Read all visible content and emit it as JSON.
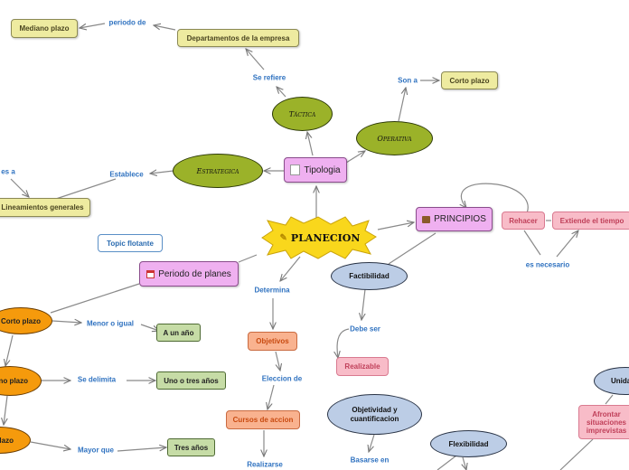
{
  "central": {
    "label": "PLANECION",
    "icon": "pencil-icon"
  },
  "tipologia": {
    "label": "Tipologia",
    "icon": "note-icon"
  },
  "principios": {
    "label": "PRINCIPIOS",
    "icon": "briefcase-icon"
  },
  "periodo": {
    "label": "Periodo de planes",
    "icon": "calendar-icon"
  },
  "tactica": "Táctica",
  "operativa": "Operativa",
  "estrategica": "Estrategica",
  "departamentos": "Departamentos de la empresa",
  "mediano": "Mediano plazo",
  "corto": "Corto plazo",
  "lineamientos": "Lineamientos generales",
  "topic_flotante": "Topic flotante",
  "factibilidad": "Factibilidad",
  "realizable": "Realizable",
  "objetividad": "Objetividad y cuantificacion",
  "flexibilidad": "Flexibilidad",
  "unidad": "Unidad",
  "objetivos": "Objetivos",
  "cursos": "Cursos de accion",
  "rehacer": "Rehacer",
  "extiende": "Extiende el tiempo",
  "afrontar": "Afrontar situaciones imprevistas",
  "corto_o": "Corto plazo",
  "mediano_o": "ano plazo",
  "largo_o": "plazo",
  "un_ano": "A un año",
  "uno_tres": "Uno o tres años",
  "tres_anos": "Tres años",
  "labels": {
    "periodo_de": "periodo de",
    "se_refiere": "Se refiere",
    "son_a": "Son a",
    "establece": "Establece",
    "es_a": "es a",
    "determina": "Determina",
    "debe_ser": "Debe ser",
    "eleccion_de": "Eleccion de",
    "realizarse": "Realizarse",
    "basarse_en": "Basarse en",
    "es_necesario": "es necesario",
    "menor_o_igual": "Menor o igual",
    "se_delimita": "Se delimita",
    "mayor_que": "Mayor que"
  },
  "colors": {
    "tan": "#eeeba0",
    "olive": "#9bb229",
    "violet": "#efb0f0",
    "steel": "#bccde6",
    "salmon": "#f9b28f",
    "rose": "#f8bcc8",
    "orange": "#f59a0c",
    "sage": "#c6dca6",
    "star": "#f9d71c",
    "link": "#2f72c0"
  }
}
